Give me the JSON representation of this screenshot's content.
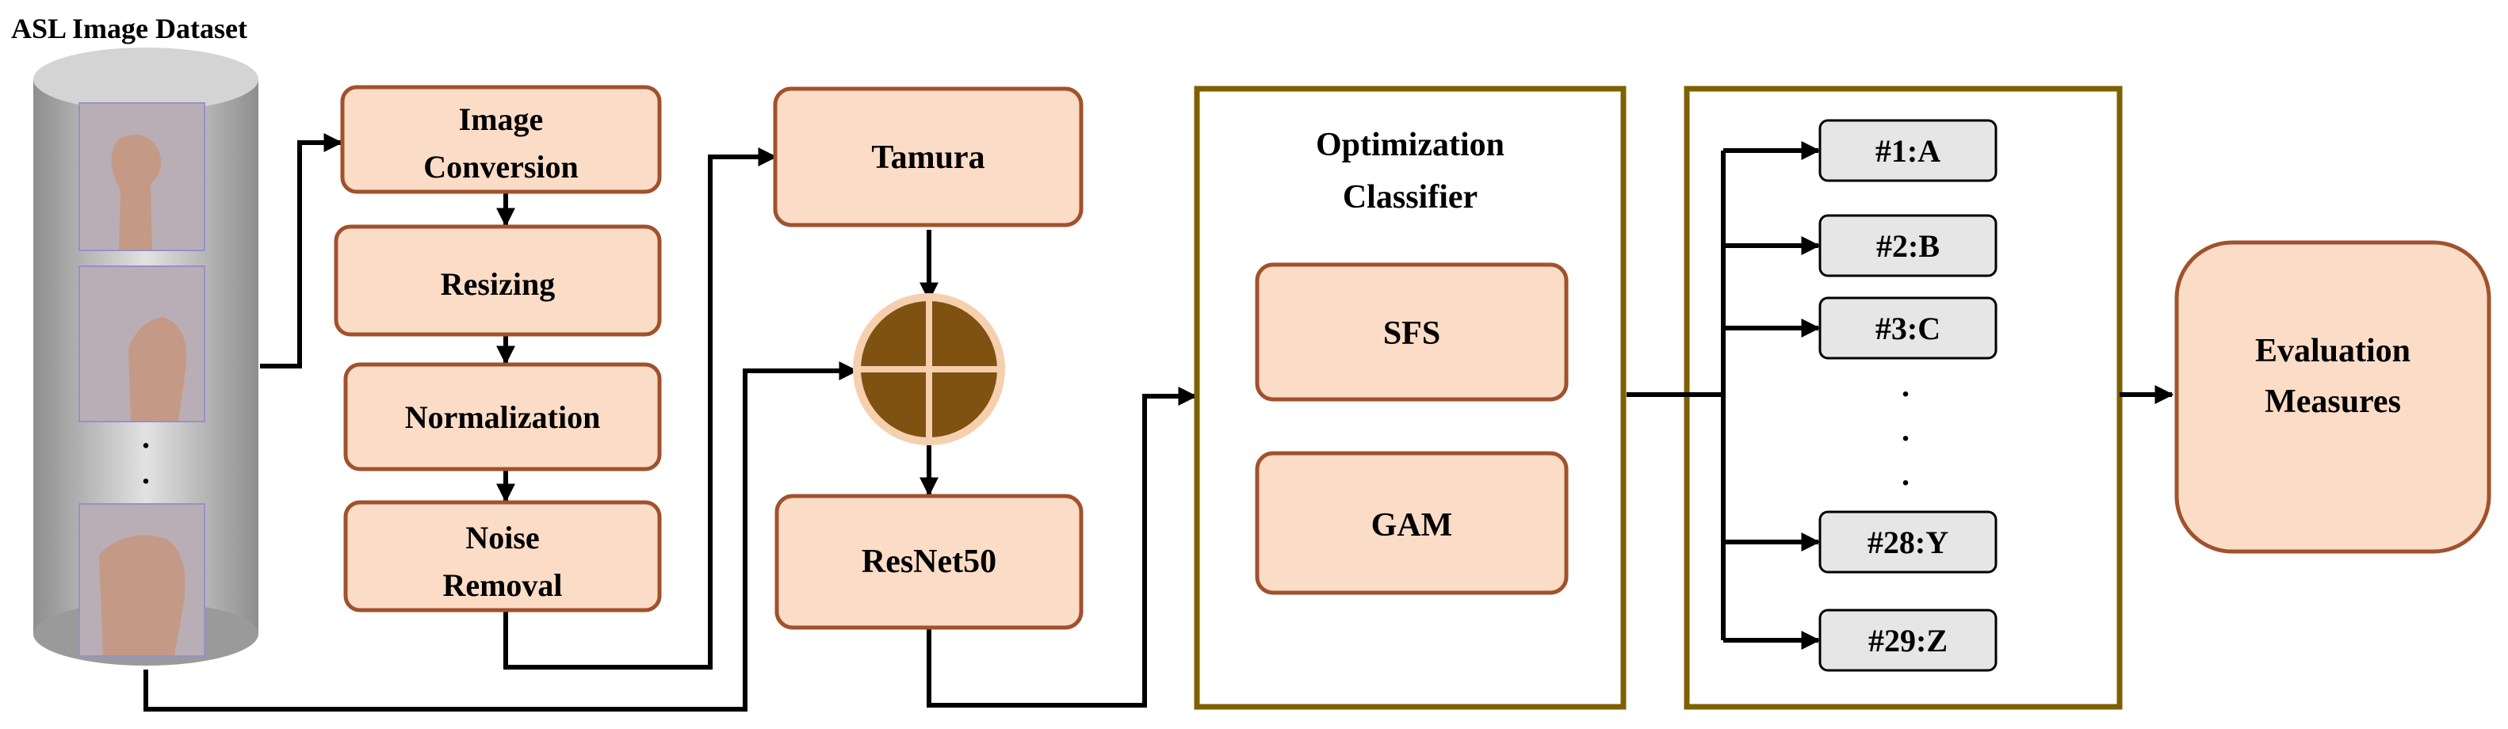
{
  "dataset": {
    "title": "ASL Image Dataset",
    "ellipsis": [
      ".",
      "."
    ]
  },
  "preprocessing": {
    "image_conversion": [
      "Image",
      "Conversion"
    ],
    "resizing": "Resizing",
    "normalization": "Normalization",
    "noise_removal": [
      "Noise",
      "Removal"
    ]
  },
  "features": {
    "tamura": "Tamura",
    "resnet": "ResNet50"
  },
  "optimization": {
    "title": [
      "Optimization",
      "Classifier"
    ],
    "sfs": "SFS",
    "gam": "GAM"
  },
  "classes": {
    "items": [
      "#1:A",
      "#2:B",
      "#3:C",
      "#28:Y",
      "#29:Z"
    ],
    "ellipsis": [
      ".",
      ".",
      "."
    ]
  },
  "evaluation": [
    "Evaluation",
    "Measures"
  ],
  "colors": {
    "box_fill": "#fbdcc7",
    "box_border": "#a0522d",
    "frame_border": "#7f6000",
    "fusion_fill": "#7f5212",
    "fusion_ring": "#f6cfae"
  }
}
